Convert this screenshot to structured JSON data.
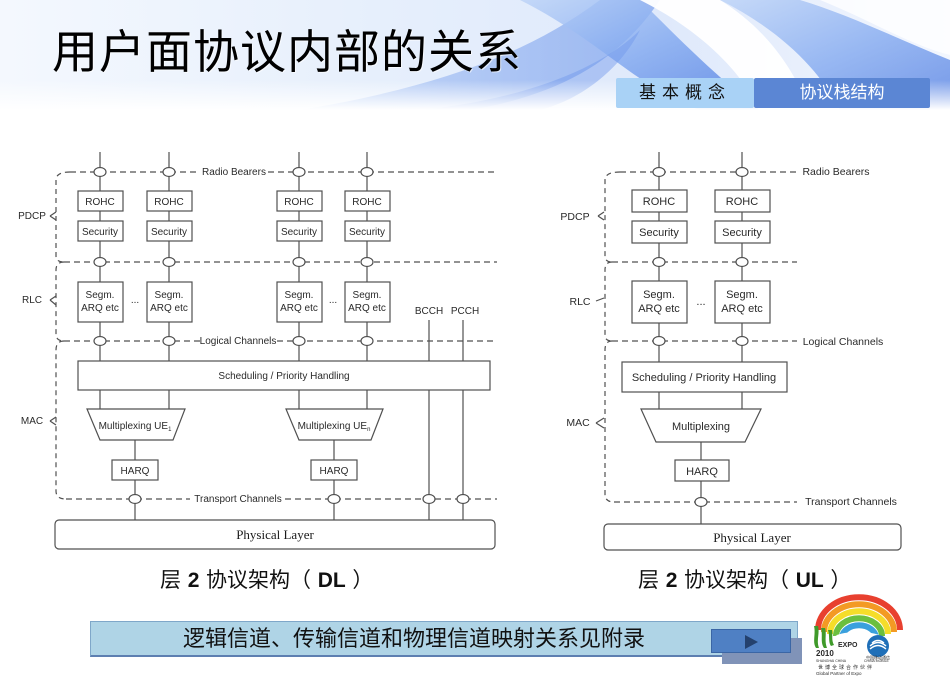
{
  "slide": {
    "title": "用户面协议内部的关系",
    "tabs": [
      {
        "label": "基本概念",
        "active": false
      },
      {
        "label": "协议栈结构",
        "active": true
      }
    ]
  },
  "labels": {
    "radio_bearers": "Radio Bearers",
    "logical_channels": "Logical Channels",
    "transport_channels": "Transport Channels",
    "pdcp": "PDCP",
    "rlc": "RLC",
    "mac": "MAC",
    "rohc": "ROHC",
    "security": "Security",
    "segm_line1": "Segm.",
    "segm_line2": "ARQ etc",
    "ellipsis": "...",
    "scheduling": "Scheduling / Priority Handling",
    "harq": "HARQ",
    "physical_layer": "Physical Layer"
  },
  "dl_diagram": {
    "multiplexing_entities": [
      {
        "label": "Multiplexing UE",
        "subscript": "1"
      },
      {
        "label": "Multiplexing UE",
        "subscript": "n"
      }
    ],
    "broadcast_channels": [
      "BCCH",
      "PCCH"
    ],
    "caption_prefix": "层 ",
    "caption_num": "2",
    "caption_mid": " 协议架构（ ",
    "caption_dir": "DL",
    "caption_suffix": " ）"
  },
  "ul_diagram": {
    "multiplexing_label": "Multiplexing",
    "caption_prefix": "层 ",
    "caption_num": "2",
    "caption_mid": " 协议架构（ ",
    "caption_dir": "UL",
    "caption_suffix": " ）"
  },
  "banner": {
    "text": "逻辑信道、传输信道和物理信道映射关系见附录",
    "button_icon": "play-icon"
  },
  "logo": {
    "expo_text": "EXPO",
    "year_text": "2010",
    "city_text": "SHANGHAI CHINA",
    "partner_cn": "中国移动通信",
    "partner_en": "CHINA MOBILE",
    "tagline_cn": "世博全球合作伙伴",
    "tagline_en": "Global Partner of Expo"
  },
  "colors": {
    "tab_basic": "#a9d2f6",
    "tab_active": "#5b86d4",
    "banner": "#afd4e6",
    "banner_button": "#4f80c4",
    "diagram_line": "#505050"
  }
}
